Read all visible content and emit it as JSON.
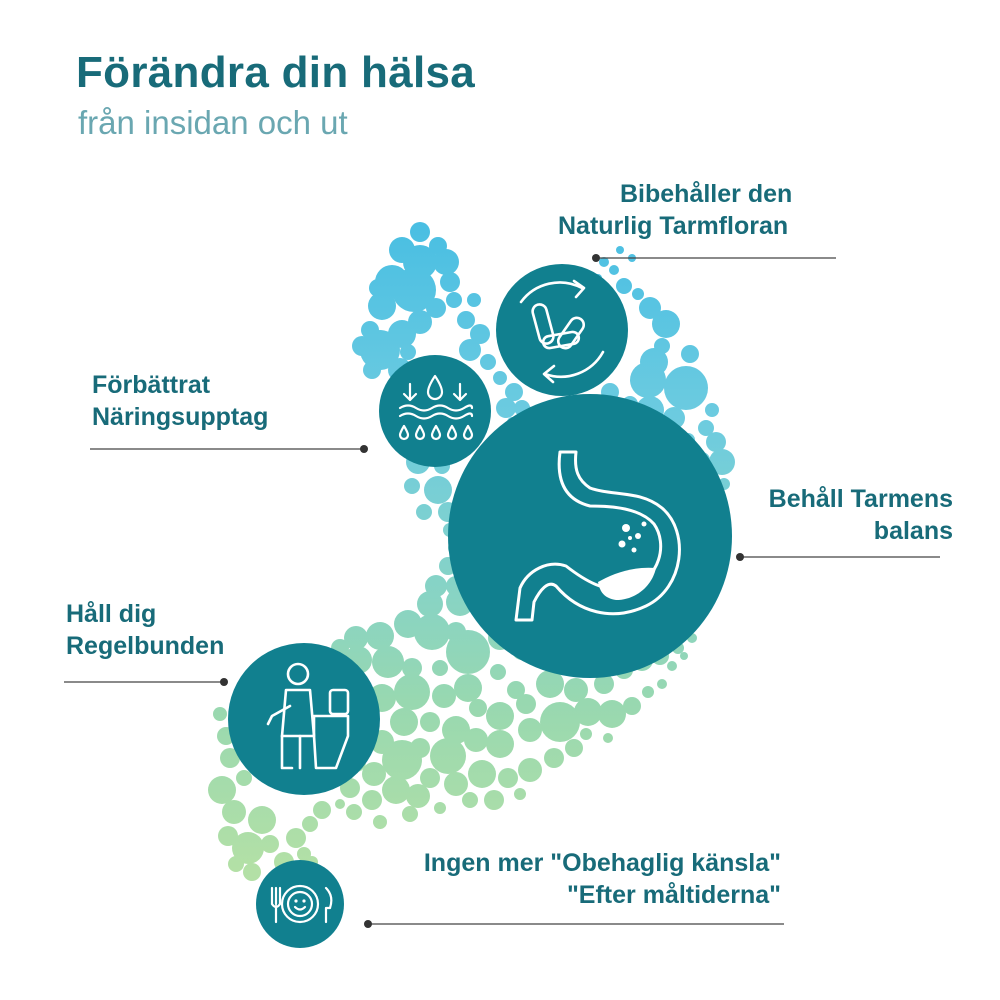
{
  "title": "Förändra din hälsa",
  "subtitle": "från insidan och ut",
  "colors": {
    "title": "#186b79",
    "subtitle": "#6aa7b1",
    "icon_circle": "#11808f",
    "bubble_top": "#48bfe0",
    "bubble_mid": "#7dd0d4",
    "bubble_bottom": "#a6dca8",
    "leader_line": "#444444"
  },
  "benefits": [
    {
      "id": "microbiome",
      "lines": [
        "Bibehåller den",
        "Naturlig Tarmfloran"
      ],
      "icon": "bacteria-cycle-icon"
    },
    {
      "id": "absorption",
      "lines": [
        "Förbättrat",
        "Näringsupptag"
      ],
      "icon": "water-absorption-icon"
    },
    {
      "id": "balance",
      "lines": [
        "Behåll Tarmens",
        "balans"
      ],
      "icon": "stomach-icon"
    },
    {
      "id": "regular",
      "lines": [
        "Håll dig",
        "Regelbunden"
      ],
      "icon": "toilet-person-icon"
    },
    {
      "id": "discomfort",
      "lines": [
        "Ingen mer \"Obehaglig känsla\"",
        "\"Efter måltiderna\""
      ],
      "icon": "smiling-plate-icon"
    }
  ]
}
